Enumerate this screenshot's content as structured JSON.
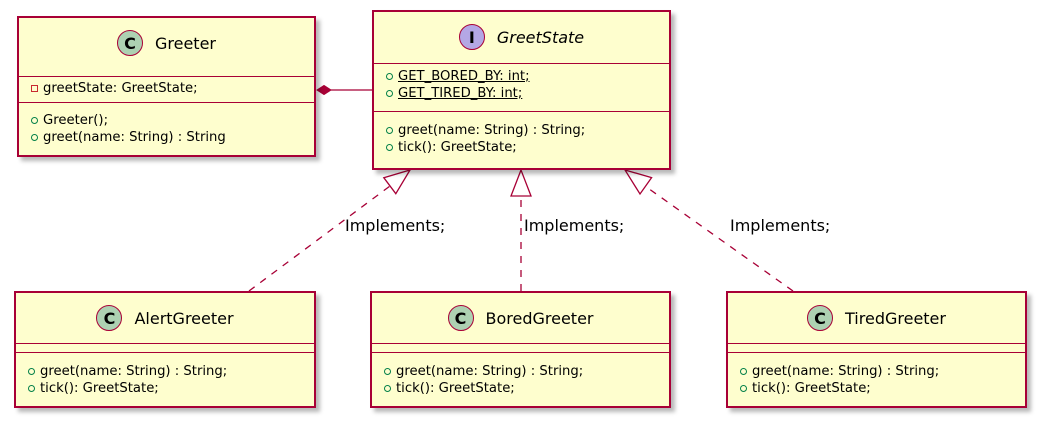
{
  "diagram": {
    "greeter": {
      "stereotype": "C",
      "name": "Greeter",
      "attributes": [
        {
          "visibility": "-",
          "text": "greetState: GreetState;"
        }
      ],
      "methods": [
        {
          "visibility": "+",
          "text": "Greeter();"
        },
        {
          "visibility": "+",
          "text": "greet(name: String) : String"
        }
      ]
    },
    "greet_state": {
      "stereotype": "I",
      "name": "GreetState",
      "attributes": [
        {
          "visibility": "+",
          "text": "GET_BORED_BY: int;",
          "static": true
        },
        {
          "visibility": "+",
          "text": "GET_TIRED_BY: int;",
          "static": true
        }
      ],
      "methods": [
        {
          "visibility": "+",
          "text": "greet(name: String) : String;"
        },
        {
          "visibility": "+",
          "text": "tick(): GreetState;"
        }
      ]
    },
    "alert_greeter": {
      "stereotype": "C",
      "name": "AlertGreeter",
      "attributes": [],
      "methods": [
        {
          "visibility": "+",
          "text": "greet(name: String) : String;"
        },
        {
          "visibility": "+",
          "text": "tick(): GreetState;"
        }
      ]
    },
    "bored_greeter": {
      "stereotype": "C",
      "name": "BoredGreeter",
      "attributes": [],
      "methods": [
        {
          "visibility": "+",
          "text": "greet(name: String) : String;"
        },
        {
          "visibility": "+",
          "text": "tick(): GreetState;"
        }
      ]
    },
    "tired_greeter": {
      "stereotype": "C",
      "name": "TiredGreeter",
      "attributes": [],
      "methods": [
        {
          "visibility": "+",
          "text": "greet(name: String) : String;"
        },
        {
          "visibility": "+",
          "text": "tick(): GreetState;"
        }
      ]
    },
    "relations": {
      "composition": {
        "from": "Greeter",
        "to": "GreetState",
        "kind": "composition"
      },
      "implements_alert": {
        "from": "AlertGreeter",
        "to": "GreetState",
        "kind": "realization",
        "label": "Implements;"
      },
      "implements_bored": {
        "from": "BoredGreeter",
        "to": "GreetState",
        "kind": "realization",
        "label": "Implements;"
      },
      "implements_tired": {
        "from": "TiredGreeter",
        "to": "GreetState",
        "kind": "realization",
        "label": "Implements;"
      }
    },
    "colors": {
      "box_fill": "#FEFECE",
      "border": "#A80036",
      "class_badge": "#ADD1B2",
      "interface_badge": "#B4A7E5",
      "public": "#038048",
      "private": "#C82930"
    }
  }
}
